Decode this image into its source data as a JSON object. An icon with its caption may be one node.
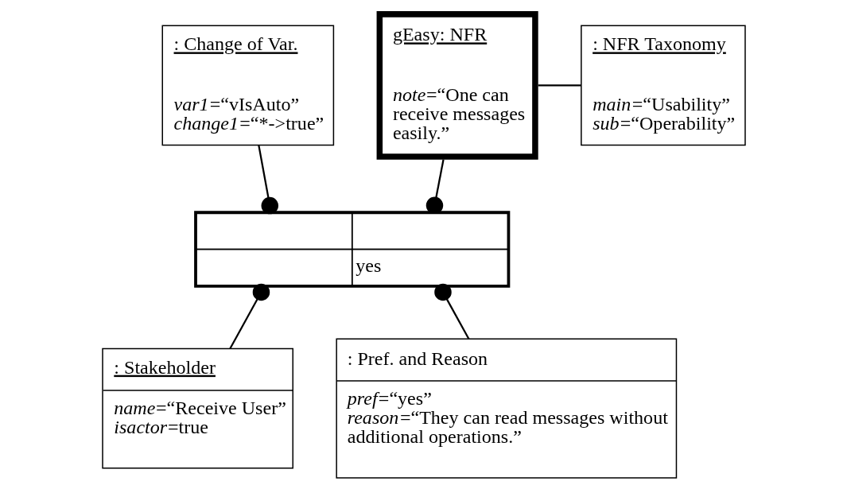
{
  "diagram": {
    "nodes": [
      {
        "text": [
          ": Change of Var.",
          "*var1*=“vIsAuto”",
          "*change1*=“*->true”"
        ]
      },
      {
        "text": [
          "gEasy: NFR",
          "*note*=“One can receive messages easily.”"
        ]
      },
      {
        "text": [
          ": NFR Taxonomy",
          "*main*=“Usability”",
          "*sub*=“Operability”"
        ]
      },
      {
        "text": [
          "yes"
        ]
      },
      {
        "text": [
          ": Stakeholder",
          "*name*=“Receive User”",
          "*isactor*=true"
        ]
      },
      {
        "text": [
          ": Pref. and Reason",
          "*pref*=“yes”",
          "*reason*=“They can read messages without additional operations.”"
        ]
      }
    ],
    "edges": [
      {
        "from": 0,
        "to": 3,
        "arrow": "other"
      },
      {
        "from": 1,
        "to": 3,
        "arrow": "other"
      },
      {
        "from": 1,
        "to": 2,
        "arrow": "none"
      },
      {
        "from": 3,
        "to": 4,
        "arrow": "other"
      },
      {
        "from": 3,
        "to": 5,
        "arrow": "other"
      }
    ]
  }
}
